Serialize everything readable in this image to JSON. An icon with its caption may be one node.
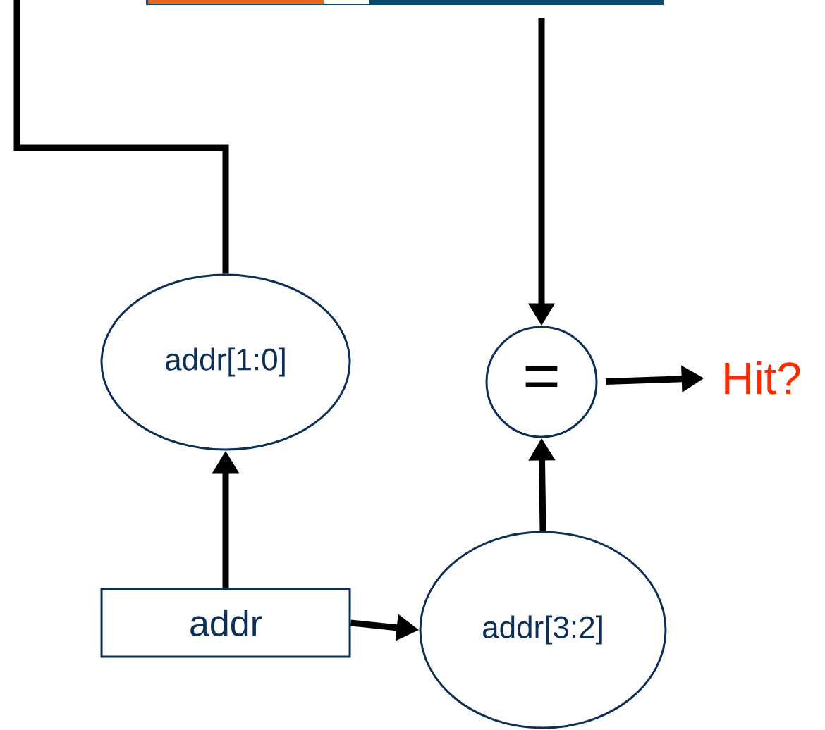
{
  "diagram": {
    "nodes": [
      {
        "text": [],
        "shape": "bar"
      },
      {
        "text": [
          "addr[1:0]"
        ]
      },
      {
        "text": [
          "="
        ]
      },
      {
        "text": [
          "Hit?"
        ]
      },
      {
        "text": [
          "addr"
        ]
      },
      {
        "text": [
          "addr[3:2]"
        ]
      }
    ],
    "edges": [
      {
        "from": 1,
        "to": null,
        "arrow": "none"
      },
      {
        "from": 0,
        "to": 2,
        "arrow": "to"
      },
      {
        "from": 2,
        "to": 3,
        "arrow": "to"
      },
      {
        "from": 4,
        "to": 1,
        "arrow": "to"
      },
      {
        "from": 4,
        "to": 5,
        "arrow": "to"
      },
      {
        "from": 5,
        "to": 2,
        "arrow": "to"
      }
    ]
  }
}
